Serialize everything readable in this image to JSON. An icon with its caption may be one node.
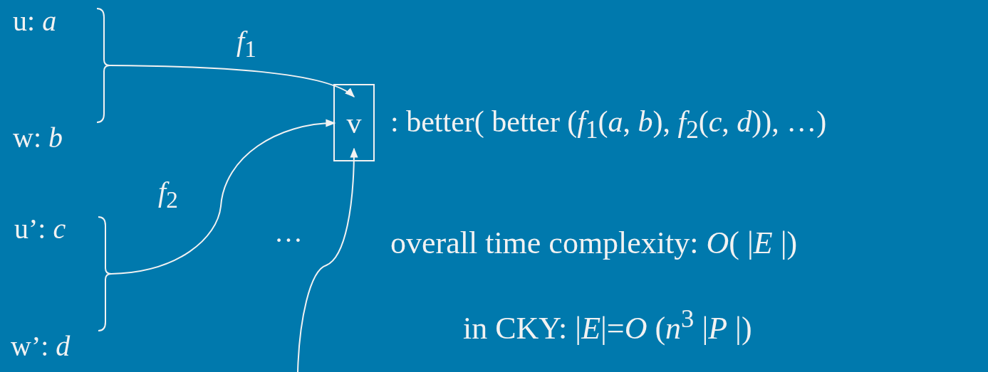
{
  "diagram": {
    "nodes": [
      {
        "text": [
          "u: *a*"
        ]
      },
      {
        "text": [
          "w: *b*"
        ]
      },
      {
        "text": [],
        "shape": "brace"
      },
      {
        "text": [
          "u’: *c*"
        ]
      },
      {
        "text": [
          "w’: *d*"
        ]
      },
      {
        "text": [],
        "shape": "brace"
      },
      {
        "text": [
          "v"
        ],
        "beside": [
          ": better( better (*f*$_{1}$(*a*, *b*), *f*$_{2}$(*c*, *d*)), …)"
        ]
      }
    ],
    "edges": [
      {
        "from": 2,
        "to": 6,
        "arrow": "to",
        "label": "*f*$_{1}$"
      },
      {
        "from": 5,
        "to": 6,
        "arrow": "to",
        "label": "*f*$_{2}$"
      },
      {
        "from": null,
        "to": 6,
        "arrow": "to"
      }
    ],
    "labels": [
      "…",
      "overall time complexity: *O*( |*E* |)",
      "in CKY: |*E*|=*O* (*n*$^{3}$ |*P* |)"
    ]
  }
}
